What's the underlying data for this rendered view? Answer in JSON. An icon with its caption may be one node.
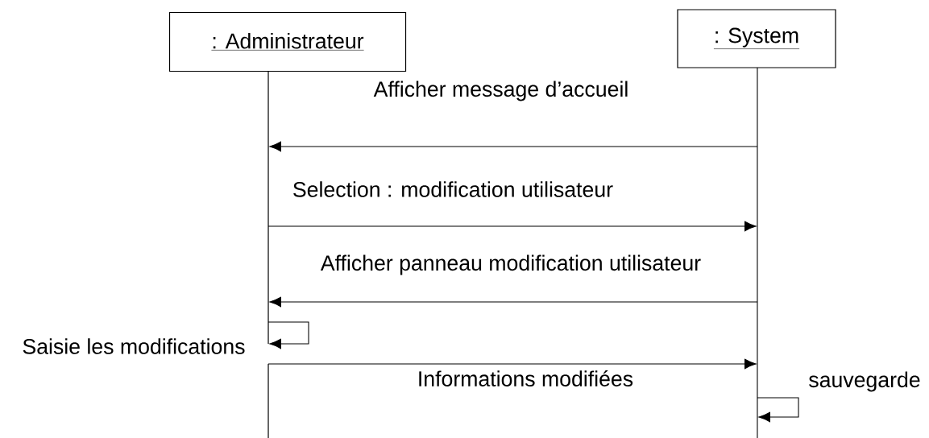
{
  "diagram": {
    "nodes": [
      {
        "text": [
          ": Administrateur"
        ]
      },
      {
        "text": [
          ": System"
        ]
      },
      {
        "text": [],
        "shape": "bar"
      },
      {
        "text": [],
        "shape": "bar"
      },
      {
        "text": [],
        "shape": "bar"
      }
    ],
    "edges": [
      {
        "from": 4,
        "to": 2,
        "arrow": "to",
        "label": "Afficher message d’accueil"
      },
      {
        "from": 2,
        "to": 4,
        "arrow": "to",
        "label": "Selection : modification utilisateur"
      },
      {
        "from": 4,
        "to": 2,
        "arrow": "to",
        "label": "Afficher panneau modification utilisateur"
      },
      {
        "from": 2,
        "to": 2,
        "arrow": "to",
        "label": "Saisie les modifications"
      },
      {
        "from": 3,
        "to": 4,
        "arrow": "to",
        "label": "Informations modifiées"
      },
      {
        "from": 4,
        "to": 4,
        "arrow": "to",
        "label": "sauvegarde"
      }
    ]
  }
}
